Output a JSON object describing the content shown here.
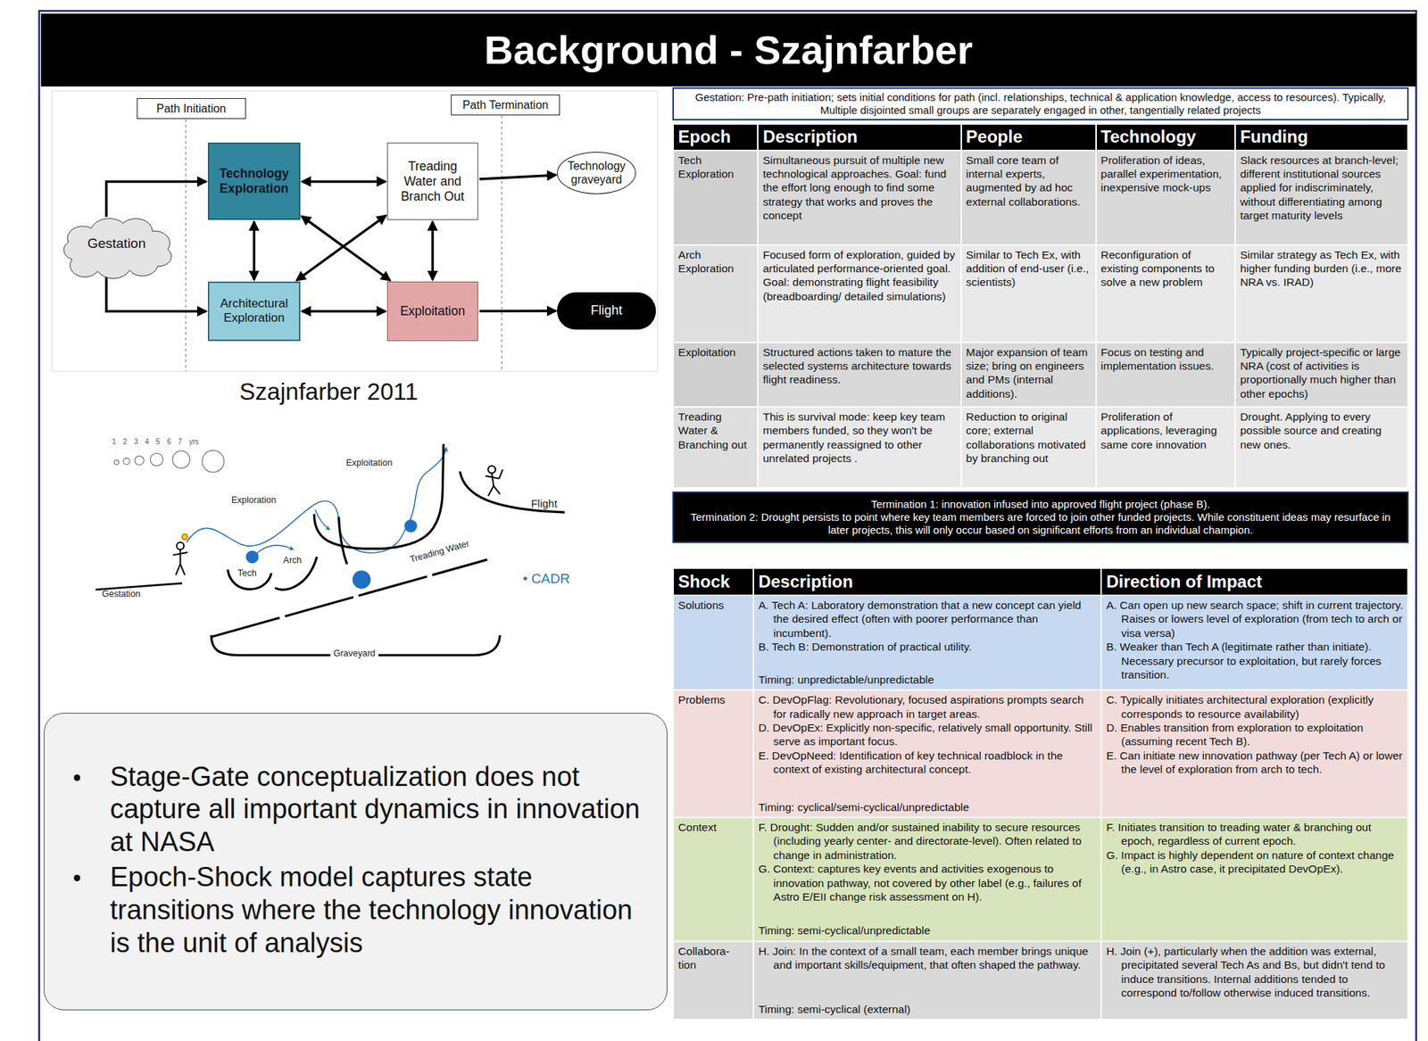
{
  "diagram": {
    "title": "Background - Szajnfarber",
    "caption": "Szajnfarber 2011",
    "nodes": [
      {
        "text": [
          "Path Initiation"
        ]
      },
      {
        "text": [
          "Path Termination"
        ]
      },
      {
        "text": [
          "Gestation"
        ]
      },
      {
        "text": [
          "Technology Exploration"
        ]
      },
      {
        "text": [
          "Treading Water and Branch Out"
        ]
      },
      {
        "text": [
          "Technology graveyard"
        ]
      },
      {
        "text": [
          "Architectural Exploration"
        ]
      },
      {
        "text": [
          "Exploitation"
        ]
      },
      {
        "text": [
          "Flight"
        ]
      },
      {
        "text": [
          "Stage-Gate conceptualization does not capture all important dynamics in innovation at NASA",
          "Epoch-Shock model captures state transitions where the technology innovation is the unit of analysis"
        ]
      },
      {
        "text": [
          "Gestation: Pre-path initiation; sets initial conditions for path (incl. relationships, technical & application knowledge, access to resources). Typically, Multiple disjointed small groups are separately engaged in other, tangentially related projects"
        ]
      },
      {
        "text": [
          "Termination 1: innovation infused into approved flight project (phase B).",
          "Termination 2: Drought persists to point where key team members are forced to join other funded projects. While constituent ideas may resurface in later projects, this will only occur based on significant efforts from an individual champion."
        ]
      }
    ],
    "edges": [
      {
        "from": 2,
        "to": 3,
        "arrow": "to"
      },
      {
        "from": 2,
        "to": 6,
        "arrow": "to"
      },
      {
        "from": 3,
        "to": 4,
        "arrow": "both"
      },
      {
        "from": 3,
        "to": 6,
        "arrow": "both"
      },
      {
        "from": 3,
        "to": 7,
        "arrow": "both"
      },
      {
        "from": 6,
        "to": 4,
        "arrow": "both"
      },
      {
        "from": 4,
        "to": 7,
        "arrow": "both"
      },
      {
        "from": 6,
        "to": 7,
        "arrow": "both"
      },
      {
        "from": 4,
        "to": 5,
        "arrow": "to"
      },
      {
        "from": 7,
        "to": 8,
        "arrow": "to"
      }
    ],
    "labels": [
      "1 2 3 4 5 6 7 yrs",
      "Exploitation",
      "Exploration",
      "Tech",
      "Arch",
      "Treading Water",
      "Gestation",
      "Flight",
      "Graveyard",
      "• CADR",
      "Epoch",
      "Description",
      "People",
      "Technology",
      "Funding",
      "Tech Exploration",
      "Simultaneous pursuit of multiple new technological approaches. Goal: fund the effort long enough to find some strategy that works and proves the concept",
      "Small core team of internal experts, augmented by ad hoc external collaborations.",
      "Proliferation of ideas, parallel experimentation, inexpensive mock-ups",
      "Slack resources at branch-level; different institutional sources applied for indiscriminately, without differentiating among target maturity levels",
      "Arch Exploration",
      "Focused form of exploration, guided by articulated performance-oriented goal. Goal: demonstrating flight feasibility (breadboarding/ detailed simulations)",
      "Similar to Tech Ex, with addition of end-user (i.e., scientists)",
      "Reconfiguration of existing components to solve a new problem",
      "Similar strategy as Tech Ex, with higher funding burden (i.e., more NRA vs. IRAD)",
      "Exploitation",
      "Structured actions taken to mature the selected systems architecture towards flight readiness.",
      "Major expansion of team size; bring on engineers and PMs (internal additions).",
      "Focus on testing and implementation issues.",
      "Typically project-specific or large NRA (cost of activities is proportionally much higher than other epochs)",
      "Treading Water & Branching out",
      "This is survival mode: keep key team members funded, so they won't be permanently reassigned to other unrelated projects .",
      "Reduction to original core; external collaborations motivated by branching out",
      "Proliferation of applications, leveraging same core innovation",
      "Drought. Applying to every possible source and creating new ones.",
      "Shock",
      "Description",
      "Direction of Impact",
      "Solutions",
      "A. Tech A: Laboratory demonstration that a new concept can yield the desired effect (often with poorer performance than incumbent).",
      "B. Tech B: Demonstration of practical utility.",
      "Timing: unpredictable/unpredictable",
      "A. Can open up new search space; shift in current trajectory. Raises or lowers level of exploration (from tech to arch or visa versa)",
      "B. Weaker than Tech A (legitimate rather than initiate). Necessary precursor to exploitation, but rarely forces transition.",
      "Problems",
      "C. DevOpFlag: Revolutionary, focused aspirations prompts search for radically new approach in target areas.",
      "D. DevOpEx: Explicitly non-specific, relatively small opportunity. Still serve as important focus.",
      "E. DevOpNeed: Identification of key technical roadblock in the context of existing architectural concept.",
      "Timing: cyclical/semi-cyclical/unpredictable",
      "C. Typically initiates architectural exploration (explicitly corresponds to resource availability)",
      "D. Enables transition from exploration to exploitation (assuming recent Tech B).",
      "E. Can initiate new innovation pathway (per Tech A) or lower the level of exploration from arch to tech.",
      "Context",
      "F. Drought: Sudden and/or sustained inability to secure resources (including yearly center- and directorate-level). Often related to change in administration.",
      "G. Context: captures key events and activities exogenous to innovation pathway, not covered by other label (e.g., failures of Astro E/EII change risk assessment on H).",
      "Timing: semi-cyclical/unpredictable",
      "F. Initiates transition to treading water & branching out epoch, regardless of current epoch.",
      "G. Impact is highly dependent on nature of context change (e.g., in Astro case, it precipitated DevOpEx).",
      "Collabora- tion",
      "H. Join: In the context of a small team, each member brings unique and important skills/equipment, that often shaped the pathway.",
      "Timing: semi-cyclical (external)",
      "H. Join (+), particularly when the addition was external, precipitated several Tech As and Bs, but didn't tend to induce transitions. Internal additions tended to correspond to/follow otherwise induced transitions."
    ]
  }
}
